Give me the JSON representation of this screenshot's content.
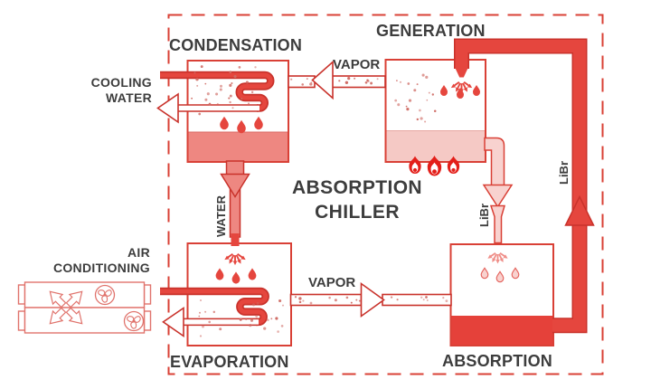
{
  "title": "ABSORPTION\nCHILLER",
  "vessels": {
    "condensation": "CONDENSATION",
    "generation": "GENERATION",
    "evaporation": "EVAPORATION",
    "absorption": "ABSORPTION"
  },
  "flows": {
    "vapor_top": "VAPOR",
    "vapor_bottom": "VAPOR",
    "water": "WATER",
    "libr_feed": "LiBr",
    "libr_return": "LiBr",
    "cooling_water": "COOLING\nWATER",
    "air_conditioning": "AIR\nCONDITIONING"
  },
  "colors": {
    "outline_red": "#d94036",
    "pipe_dark": "#c9322b",
    "pipe_red": "#e5463e",
    "hot_pink": "#ee8781",
    "light_pink": "#f8d2cf",
    "pool_red": "#e5413a",
    "generator_pool_pink": "#f5c9c5",
    "flame_red": "#e31f1a",
    "dot_red": "#cf6b64",
    "unit_soft_red": "#e0736c",
    "text_dark": "#3d3d3d"
  }
}
